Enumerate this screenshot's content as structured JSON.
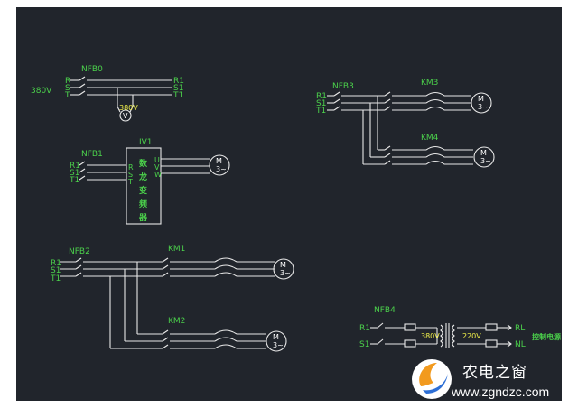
{
  "labels": {
    "v380_left": "380V",
    "nfb0": "NFB0",
    "nfb1": "NFB1",
    "nfb2": "NFB2",
    "nfb3": "NFB3",
    "nfb4": "NFB4",
    "km1": "KM1",
    "km2": "KM2",
    "km3": "KM3",
    "km4": "KM4",
    "iv1": "IV1",
    "r": "R",
    "s": "S",
    "t": "T",
    "r1": "R1",
    "s1": "S1",
    "t1": "T1",
    "u": "U",
    "v": "V",
    "w": "W",
    "voltmeter_label": "380V",
    "voltmeter_symbol": "V",
    "motor_m": "M",
    "motor_3": "3~",
    "vfd_1": "变",
    "vfd_2": "频",
    "vfd_3": "器",
    "vfd_top": "数",
    "vfd_mid": "龙",
    "tr_primary": "380V",
    "tr_secondary": "220V",
    "rl": "RL",
    "nl": "NL",
    "control_power": "控制电源"
  },
  "logo": {
    "name": "农电之窗",
    "url": "www.zgndzc.com",
    "colors": {
      "orange": "#f29a1e",
      "blue": "#2d6fd6"
    }
  },
  "colors": {
    "background": "#21252c",
    "wire": "#e8e8e8",
    "label_green": "#4bd14b",
    "label_yellow": "#f2f24a"
  }
}
